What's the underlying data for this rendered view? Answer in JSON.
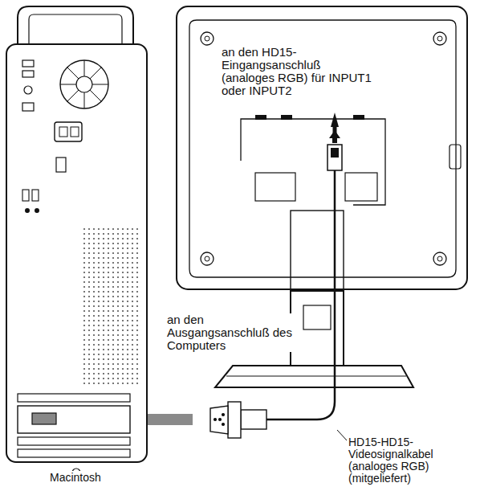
{
  "diagram": {
    "labels": [
      "an den HD15-Eingangsanschluß (analoges RGB) für INPUT1 oder INPUT2",
      "an den Ausgangsanschluß des Computers",
      "HD15-HD15-Videosignalkabel (analoges RGB) (mitgeliefert)",
      "Macintosh"
    ]
  }
}
